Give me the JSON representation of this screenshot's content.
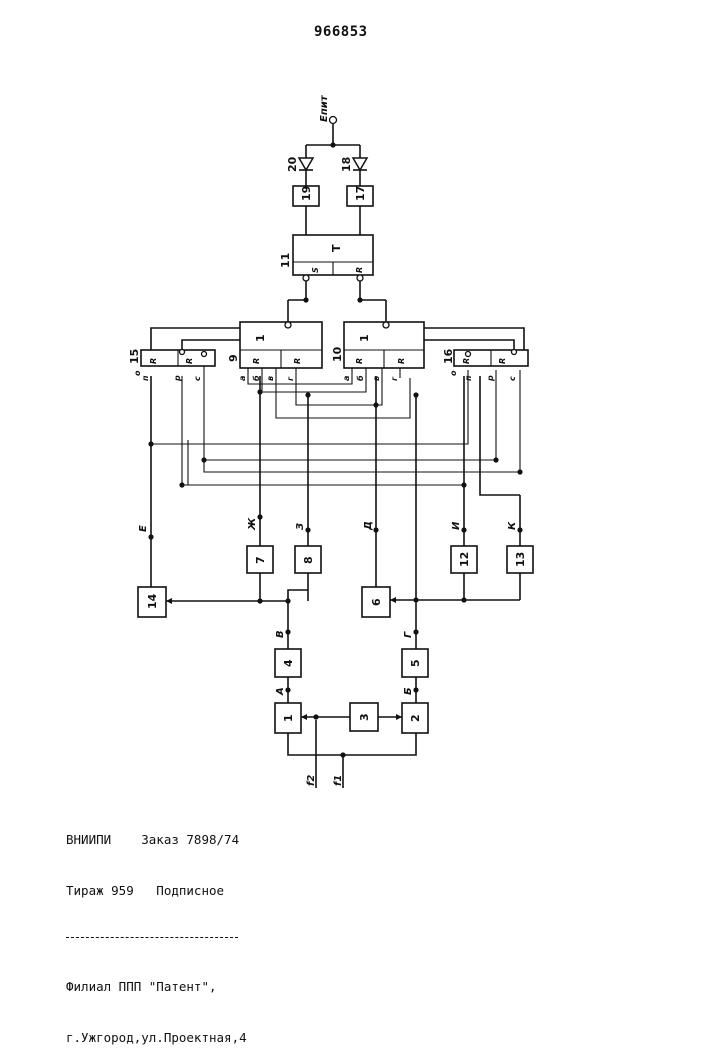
{
  "page": {
    "number": "966853"
  },
  "supply": {
    "label": "Eпит"
  },
  "blocks": {
    "b1": "1",
    "b2": "2",
    "b3": "3",
    "b4": "4",
    "b5": "5",
    "b6": "6",
    "b7": "7",
    "b8": "8",
    "b9": "9",
    "b10": "10",
    "b11": "11",
    "b12": "12",
    "b13": "13",
    "b14": "14",
    "b15": "15",
    "b16": "16",
    "b17": "17",
    "b18": "18",
    "b19": "19",
    "b20": "20"
  },
  "block_contents": {
    "b11_title": "T",
    "b11_s": "S",
    "b11_r": "R",
    "b9_title": "1",
    "b10_title": "1"
  },
  "inputs": {
    "f1": "f1",
    "f2": "f2"
  },
  "signals": {
    "A": "А",
    "B": "Б",
    "V": "В",
    "G": "Г",
    "D": "Д",
    "E": "Е",
    "ZH": "Ж",
    "Z": "З",
    "I": "И",
    "K": "К"
  },
  "pins": {
    "b9": {
      "a": "а",
      "b": "б",
      "v": "в",
      "g": "г",
      "r1": "R",
      "r2": "R"
    },
    "b10": {
      "a": "а",
      "b": "б",
      "v": "в",
      "g": "г",
      "r1": "R",
      "r2": "R"
    },
    "b15": {
      "o": "о",
      "n": "п",
      "p": "р",
      "c": "с",
      "r1": "R",
      "r2": "R"
    },
    "b16": {
      "o": "о",
      "n": "п",
      "p": "р",
      "c": "с",
      "r1": "R",
      "r2": "R"
    }
  },
  "imprint": {
    "line1": "ВНИИПИ    Заказ 7898/74",
    "line2": "Тираж 959   Подписное",
    "line3": "Филиал ППП \"Патент\",",
    "line4": "г.Ужгород,ул.Проектная,4"
  }
}
